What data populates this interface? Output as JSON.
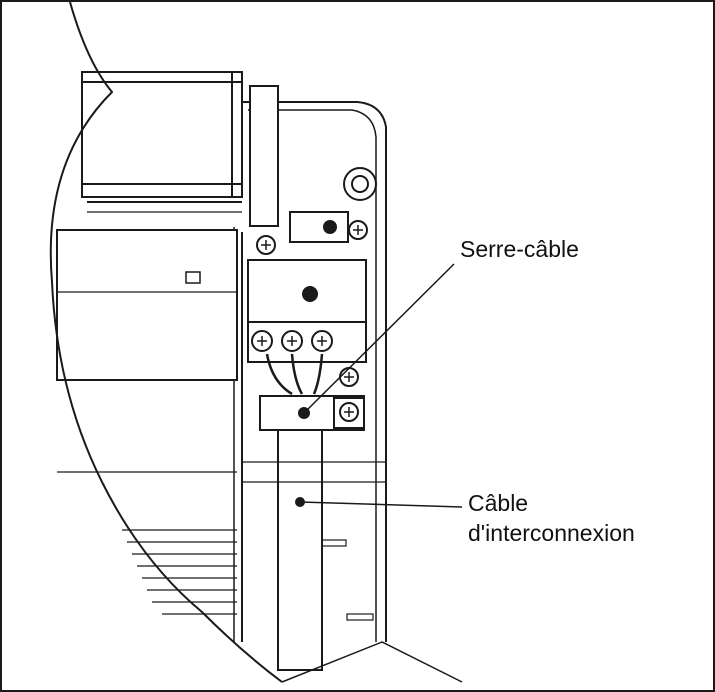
{
  "labels": {
    "serre_cable": "Serre-câble",
    "cable_line1": "Câble",
    "cable_line2": "d'interconnexion"
  },
  "colors": {
    "line": "#1a1a1a",
    "shade": "#d9d9d9",
    "background": "#ffffff"
  }
}
